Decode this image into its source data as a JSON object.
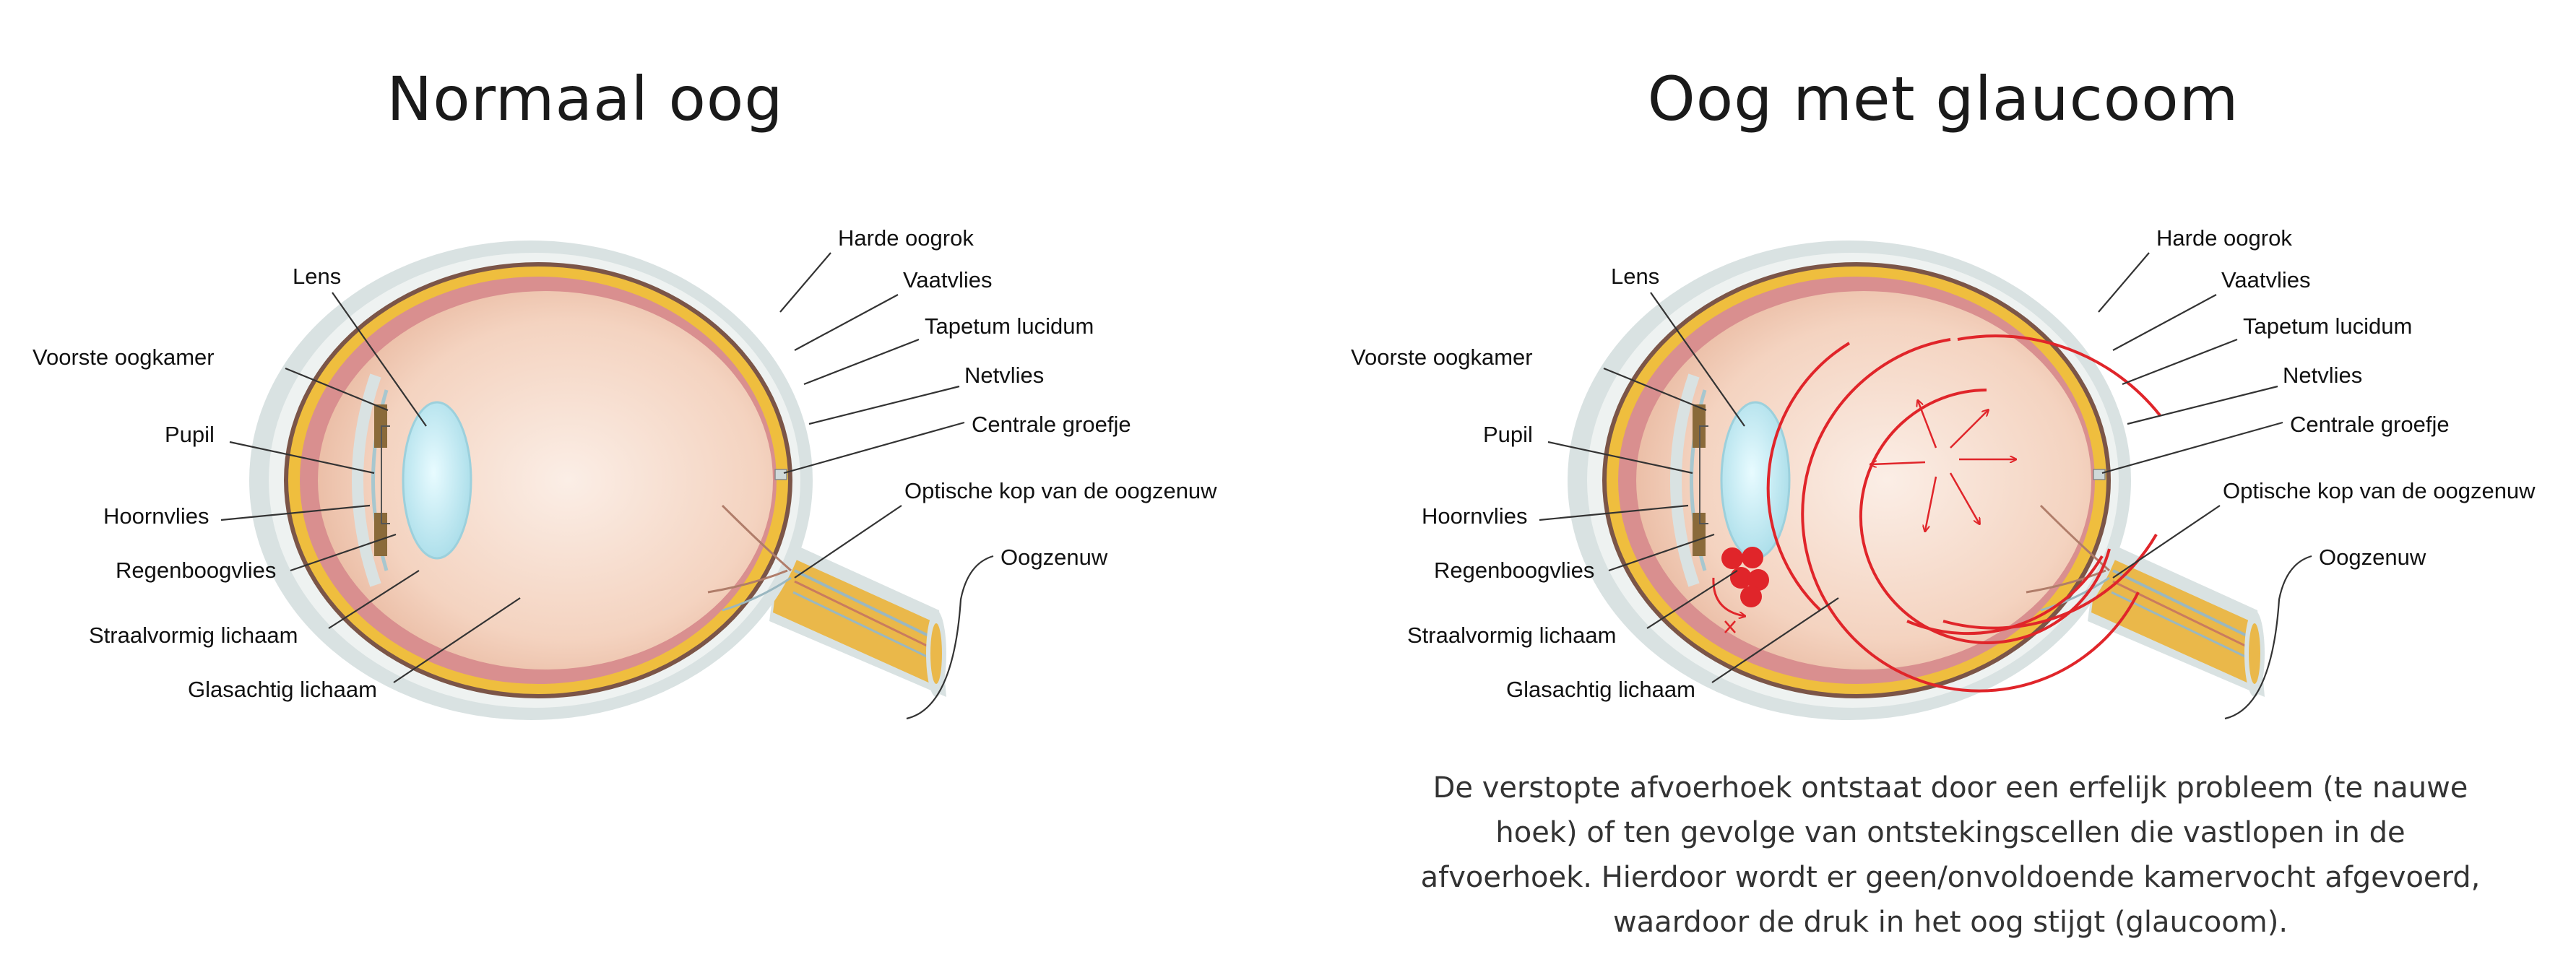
{
  "titles": {
    "normal": "Normaal oog",
    "glaucoma": "Oog met glaucoom"
  },
  "labels": {
    "harde_oogrok": "Harde oogrok",
    "vaatvlies": "Vaatvlies",
    "tapetum_lucidum": "Tapetum lucidum",
    "netvlies": "Netvlies",
    "centrale_groefje": "Centrale groefje",
    "optische_kop": "Optische kop van  de oogzenuw",
    "oogzenuw": "Oogzenuw",
    "lens": "Lens",
    "voorste_oogkamer": "Voorste oogkamer",
    "pupil": "Pupil",
    "hoornvlies": "Hoornvlies",
    "regenboogvlies": "Regenboogvlies",
    "straalvormig_lichaam": "Straalvormig lichaam",
    "glasachtig_lichaam": "Glasachtig lichaam"
  },
  "caption": "De verstopte afvoerhoek ontstaat door een erfelijk probleem (te nauwe hoek) of ten gevolge van ontstekingscellen die vastlopen in de afvoerhoek. Hierdoor wordt er geen/onvoldoende kamervocht afgevoerd, waardoor de druk in het oog stijgt (glaucoom).",
  "colors": {
    "sclera": "#d9e2e2",
    "choroid": "#d98f8f",
    "tapetum": "#efbe3e",
    "vitreous": "#f4d6c4",
    "lens": "#c9eef6",
    "nerve": "#eab84a",
    "pressure": "#e0252a"
  }
}
